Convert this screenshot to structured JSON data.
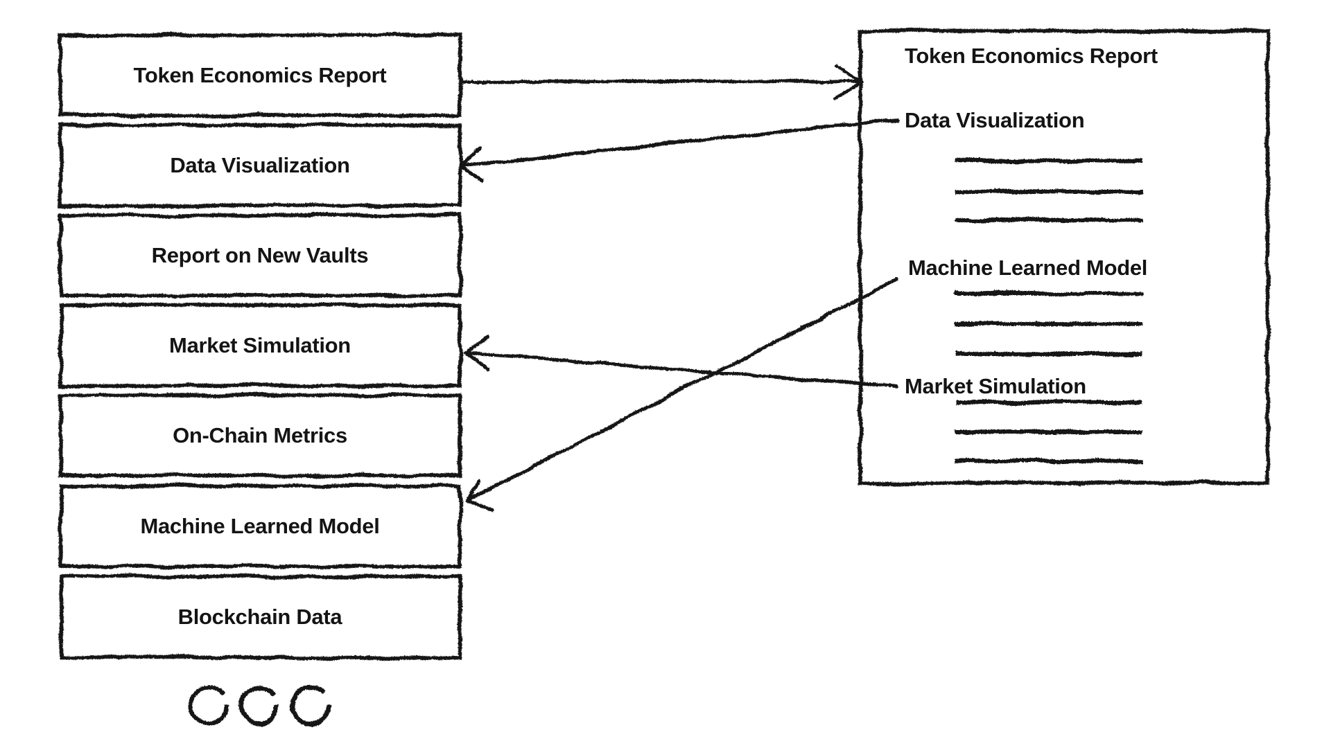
{
  "colors": {
    "ink": "#141414",
    "paper": "#ffffff"
  },
  "source_stack": {
    "boxes": [
      {
        "label": "Token Economics Report"
      },
      {
        "label": "Data Visualization"
      },
      {
        "label": "Report on New Vaults"
      },
      {
        "label": "Market Simulation"
      },
      {
        "label": "On-Chain Metrics"
      },
      {
        "label": "Machine Learned Model"
      },
      {
        "label": "Blockchain Data"
      }
    ],
    "more_indicator": {
      "type": "ellipsis-circles",
      "count": 3
    }
  },
  "document": {
    "title": "Token Economics Report",
    "sections": [
      {
        "heading": "Data Visualization",
        "placeholder_line_count": 3
      },
      {
        "heading": "Machine Learned Model",
        "placeholder_line_count": 3
      },
      {
        "heading": "Market Simulation",
        "placeholder_line_count": 3
      }
    ]
  },
  "arrows": [
    {
      "from": "Token Economics Report source box",
      "to": "document panel",
      "direction": "right"
    },
    {
      "from": "document section Data Visualization",
      "to": "Data Visualization source box",
      "direction": "left"
    },
    {
      "from": "document section Machine Learned Model",
      "to": "Machine Learned Model source box",
      "direction": "left"
    },
    {
      "from": "document section Market Simulation",
      "to": "Market Simulation source box",
      "direction": "left"
    }
  ]
}
